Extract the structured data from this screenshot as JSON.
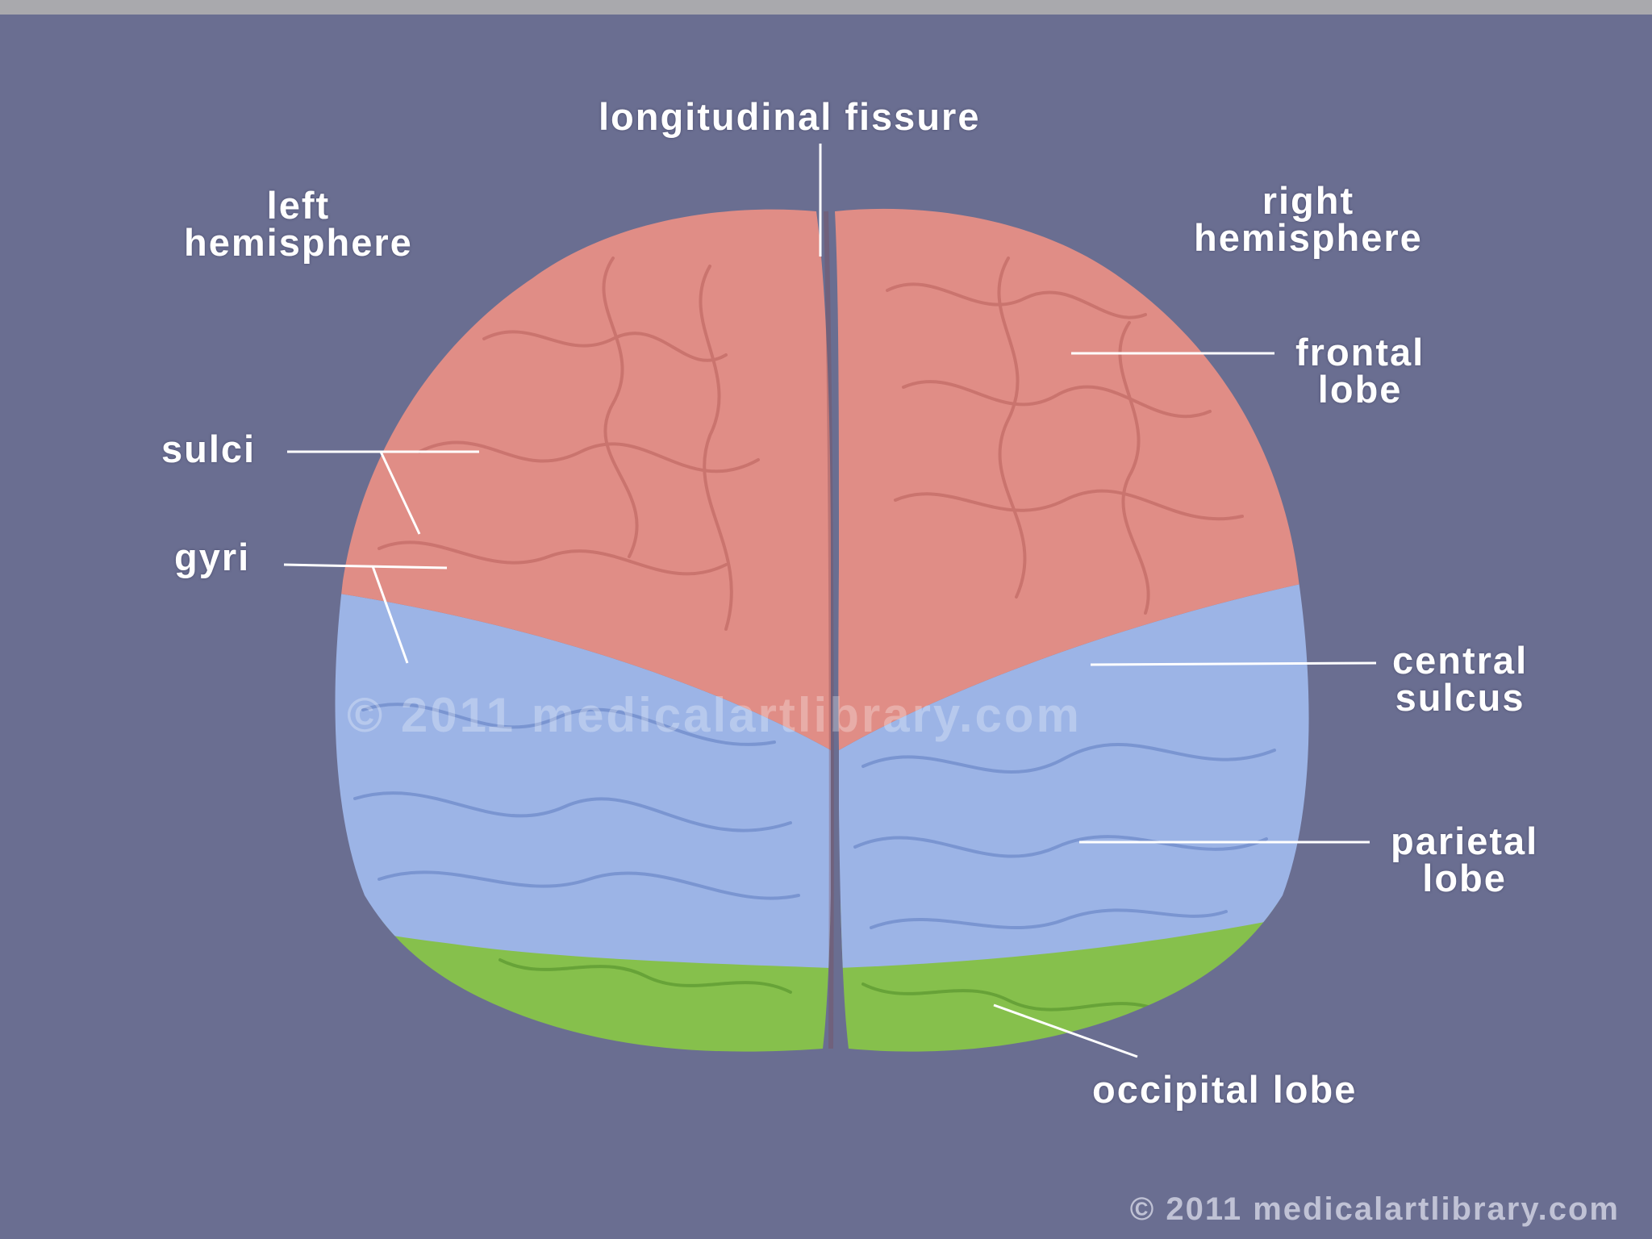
{
  "labels": {
    "longitudinal_fissure": "longitudinal fissure",
    "left_hemisphere": [
      "left",
      "hemisphere"
    ],
    "right_hemisphere": [
      "right",
      "hemisphere"
    ],
    "frontal_lobe": [
      "frontal",
      "lobe"
    ],
    "sulci": "sulci",
    "gyri": "gyri",
    "central_sulcus": [
      "central",
      "sulcus"
    ],
    "parietal_lobe": [
      "parietal",
      "lobe"
    ],
    "occipital_lobe": "occipital lobe"
  },
  "watermark": "© 2011 medicalartlibrary.com",
  "footer": "© 2011 medicalartlibrary.com",
  "colors": {
    "background": "#6a6e91",
    "frontal": "#e08d86",
    "parietal": "#9cb4e6",
    "occipital": "#86c04c",
    "leader_line": "#ffffff"
  }
}
